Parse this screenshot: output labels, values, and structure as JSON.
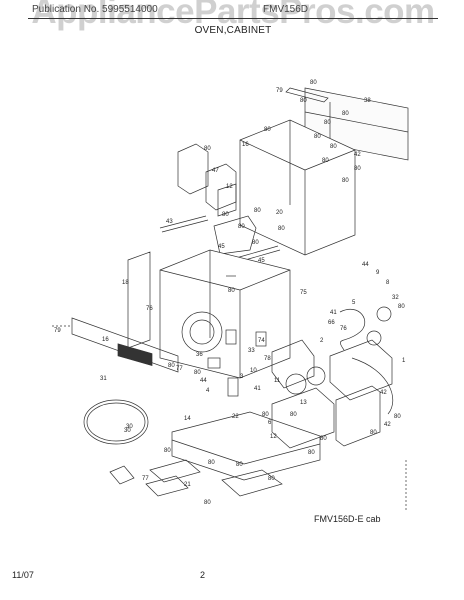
{
  "header": {
    "left_text": "Publication No. 5995514000",
    "model": "FMV156D",
    "section_title": "OVEN,CABINET"
  },
  "watermark": "AppliancePartsPros.com",
  "figure_code": "FMV156D-E cab",
  "footer": {
    "date": "11/07",
    "page": "2"
  },
  "callouts": [
    "80",
    "79",
    "80",
    "80",
    "38",
    "80",
    "80",
    "80",
    "80",
    "16",
    "42",
    "80",
    "80",
    "80",
    "47",
    "12",
    "80",
    "80",
    "80",
    "20",
    "43",
    "80",
    "80",
    "80",
    "45",
    "45",
    "44",
    "9",
    "8",
    "18",
    "80",
    "75",
    "32",
    "80",
    "5",
    "79",
    "76",
    "41",
    "66",
    "16",
    "74",
    "33",
    "76",
    "78",
    "2",
    "10",
    "36",
    "80",
    "3",
    "11",
    "77",
    "41",
    "30",
    "80",
    "42",
    "13",
    "44",
    "80",
    "80",
    "1",
    "6",
    "31",
    "4",
    "22",
    "12",
    "80",
    "30",
    "14",
    "80",
    "80",
    "80",
    "80",
    "77",
    "21",
    "80",
    "80",
    "42",
    "80",
    "80"
  ],
  "colors": {
    "line": "#333333",
    "header_rule": "#333333",
    "watermark": "#969696"
  }
}
